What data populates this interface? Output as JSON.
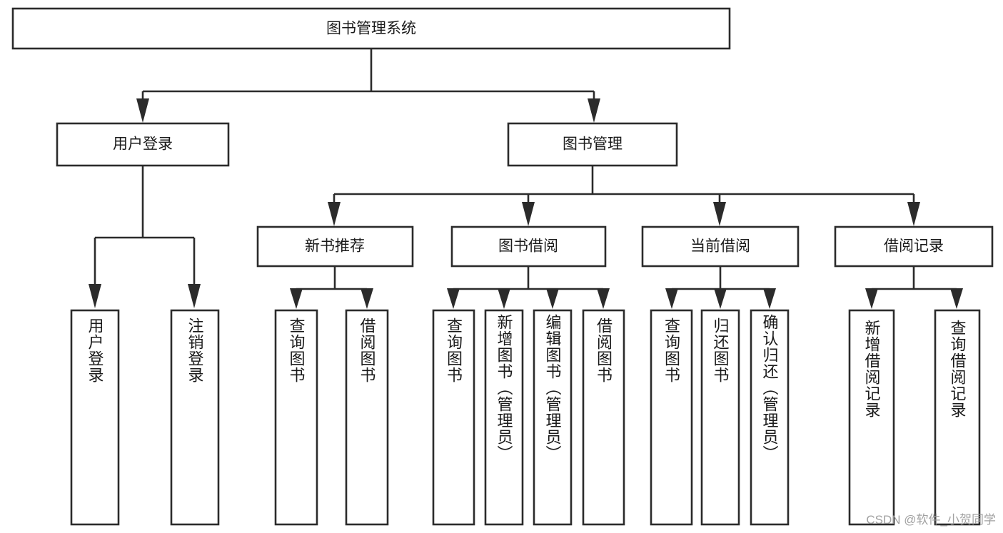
{
  "diagram": {
    "type": "tree",
    "title": "图书管理系统",
    "root": {
      "label": "图书管理系统",
      "orientation": "horizontal"
    },
    "level1": [
      {
        "label": "用户登录",
        "orientation": "horizontal"
      },
      {
        "label": "图书管理",
        "orientation": "horizontal"
      }
    ],
    "level2": [
      {
        "label": "新书推荐",
        "orientation": "horizontal"
      },
      {
        "label": "图书借阅",
        "orientation": "horizontal"
      },
      {
        "label": "当前借阅",
        "orientation": "horizontal"
      },
      {
        "label": "借阅记录",
        "orientation": "horizontal"
      }
    ],
    "leaves": {
      "user_login": [
        {
          "label": "用户登录",
          "orientation": "vertical"
        },
        {
          "label": "注销登录",
          "orientation": "vertical"
        }
      ],
      "new_book_recommend": [
        {
          "label": "查询图书",
          "orientation": "vertical"
        },
        {
          "label": "借阅图书",
          "orientation": "vertical"
        }
      ],
      "book_borrow": [
        {
          "label": "查询图书",
          "orientation": "vertical"
        },
        {
          "label": "新增图书（管理员）",
          "orientation": "vertical"
        },
        {
          "label": "编辑图书（管理员）",
          "orientation": "vertical"
        },
        {
          "label": "借阅图书",
          "orientation": "vertical"
        }
      ],
      "current_borrow": [
        {
          "label": "查询图书",
          "orientation": "vertical"
        },
        {
          "label": "归还图书",
          "orientation": "vertical"
        },
        {
          "label": "确认归还（管理员）",
          "orientation": "vertical"
        }
      ],
      "borrow_record": [
        {
          "label": "新增借阅记录",
          "orientation": "vertical"
        },
        {
          "label": "查询借阅记录",
          "orientation": "vertical"
        }
      ]
    },
    "colors": {
      "box_stroke": "#2b2b2b",
      "box_fill": "#ffffff",
      "connector": "#2b2b2b",
      "text": "#1a1a1a",
      "watermark": "#9a9a9a",
      "background": "#ffffff"
    }
  },
  "watermark": {
    "text": "CSDN @软件_小贺同学"
  }
}
